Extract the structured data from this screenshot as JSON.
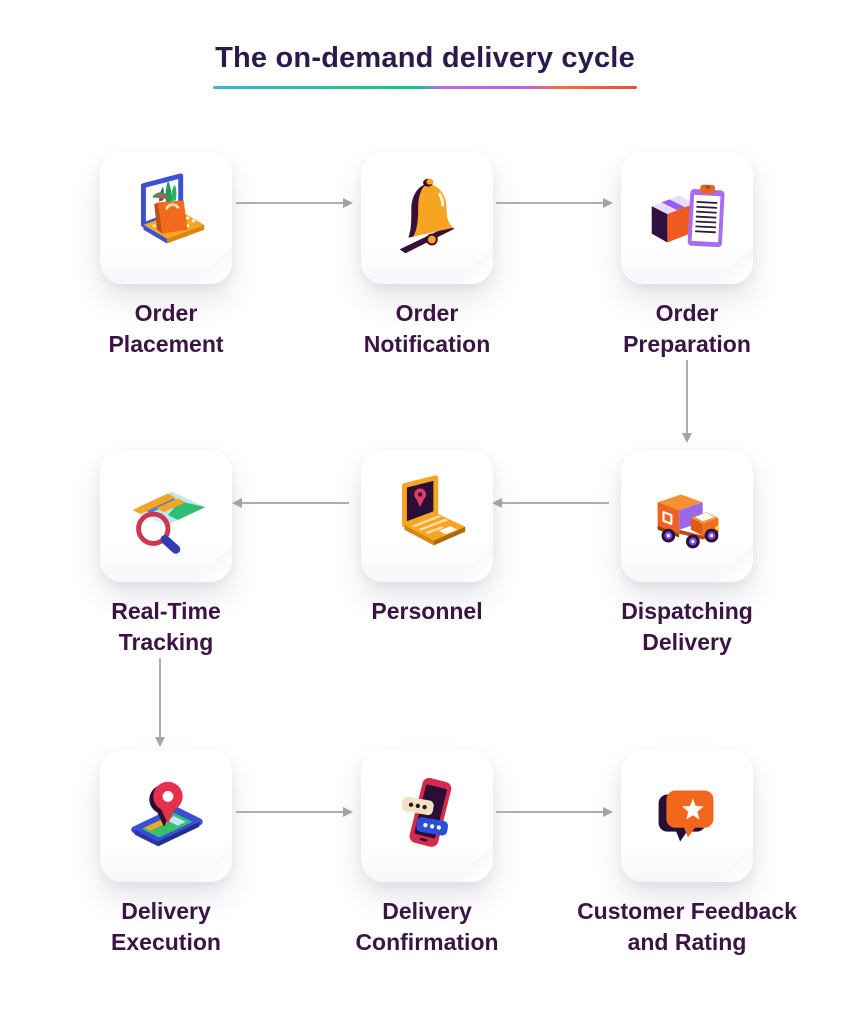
{
  "title": "The on-demand delivery cycle",
  "colors": {
    "title_text": "#2b1b4a",
    "label_text": "#3c1444",
    "arrow": "#aeaeae",
    "card_background": "#ffffff",
    "underline_gradient": [
      "#3cb4d8",
      "#24c47f",
      "#b26ee6",
      "#f0703c",
      "#ea4d44"
    ],
    "accent_orange": "#f6a522",
    "accent_purple": "#a76ef2",
    "accent_dark": "#2a0e35",
    "accent_red": "#d42a4d",
    "accent_blue": "#3b4ed8"
  },
  "steps": [
    {
      "id": "order-placement",
      "label": "Order\nPlacement",
      "icon": "laptop-grocery-icon"
    },
    {
      "id": "order-notification",
      "label": "Order\nNotification",
      "icon": "bell-icon"
    },
    {
      "id": "order-preparation",
      "label": "Order\nPreparation",
      "icon": "box-clipboard-icon"
    },
    {
      "id": "dispatching-delivery",
      "label": "Dispatching\nDelivery",
      "icon": "delivery-truck-icon"
    },
    {
      "id": "personnel",
      "label": "Personnel",
      "icon": "laptop-pin-icon"
    },
    {
      "id": "real-time-tracking",
      "label": "Real-Time\nTracking",
      "icon": "map-magnifier-icon"
    },
    {
      "id": "delivery-execution",
      "label": "Delivery\nExecution",
      "icon": "phone-pin-icon"
    },
    {
      "id": "delivery-confirmation",
      "label": "Delivery\nConfirmation",
      "icon": "phone-chat-icon"
    },
    {
      "id": "customer-feedback",
      "label": "Customer Feedback\nand Rating",
      "icon": "star-badge-icon"
    }
  ],
  "flow_arrows": [
    {
      "from": "order-placement",
      "to": "order-notification",
      "direction": "right"
    },
    {
      "from": "order-notification",
      "to": "order-preparation",
      "direction": "right"
    },
    {
      "from": "order-preparation",
      "to": "dispatching-delivery",
      "direction": "down"
    },
    {
      "from": "dispatching-delivery",
      "to": "personnel",
      "direction": "left"
    },
    {
      "from": "personnel",
      "to": "real-time-tracking",
      "direction": "left"
    },
    {
      "from": "real-time-tracking",
      "to": "delivery-execution",
      "direction": "down"
    },
    {
      "from": "delivery-execution",
      "to": "delivery-confirmation",
      "direction": "right"
    },
    {
      "from": "delivery-confirmation",
      "to": "customer-feedback",
      "direction": "right"
    }
  ]
}
